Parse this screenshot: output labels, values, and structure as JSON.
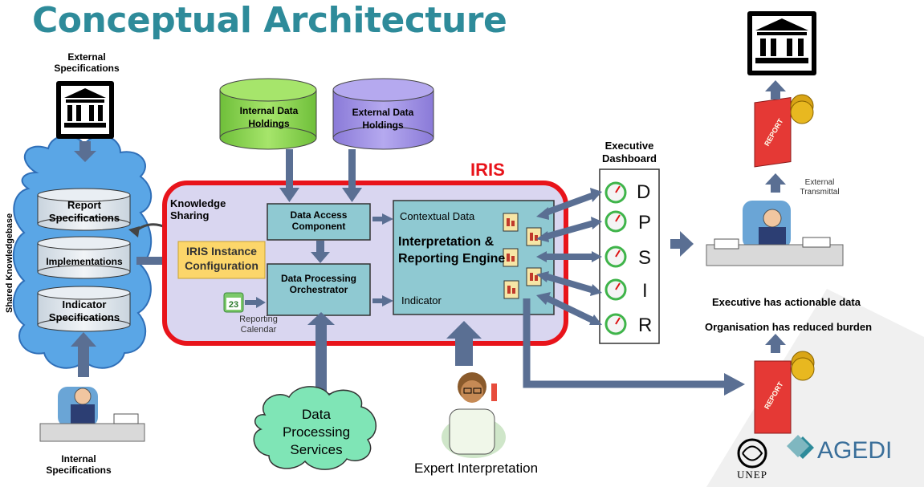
{
  "title": "Conceptual Architecture",
  "external_specifications": "External Specifications",
  "internal_specifications": "Internal Specifications",
  "shared_knowledgebase": "Shared Knowledgebase",
  "kb_items": [
    "Report Specifications",
    "Implementations",
    "Indicator Specifications"
  ],
  "internal_data": "Internal Data Holdings",
  "external_data": "External Data Holdings",
  "iris_label": "IRIS",
  "knowledge_sharing": "Knowledge Sharing",
  "iris_instance_config": "IRIS Instance Configuration",
  "data_access": "Data Access Component",
  "data_processing_orch": "Data Processing Orchestrator",
  "reporting_calendar": "Reporting Calendar",
  "calendar_day": "23",
  "contextual_data": "Contextual Data",
  "engine": "Interpretation & Reporting Engine",
  "indicator": "Indicator",
  "exec_dashboard": "Executive Dashboard",
  "dpsir": [
    "D",
    "P",
    "S",
    "I",
    "R"
  ],
  "data_processing_services": "Data Processing Services",
  "expert_interpretation": "Expert Interpretation",
  "external_transmittal": "External Transmittal",
  "exec_actionable": "Executive has actionable data",
  "org_reduced": "Organisation has reduced burden",
  "report_word": "REPORT",
  "unep": "UNEP",
  "agedi": "AGEDI",
  "colors": {
    "title": "#2e8b9a",
    "iris_red": "#e8141b",
    "iris_fill": "#d9d6f0",
    "teal_box": "#8fc9d2",
    "cloud_blue": "#5aa6e6",
    "internal_green": "#8ed64f",
    "external_purple": "#9e8fe0",
    "arrow": "#5a6f93"
  }
}
